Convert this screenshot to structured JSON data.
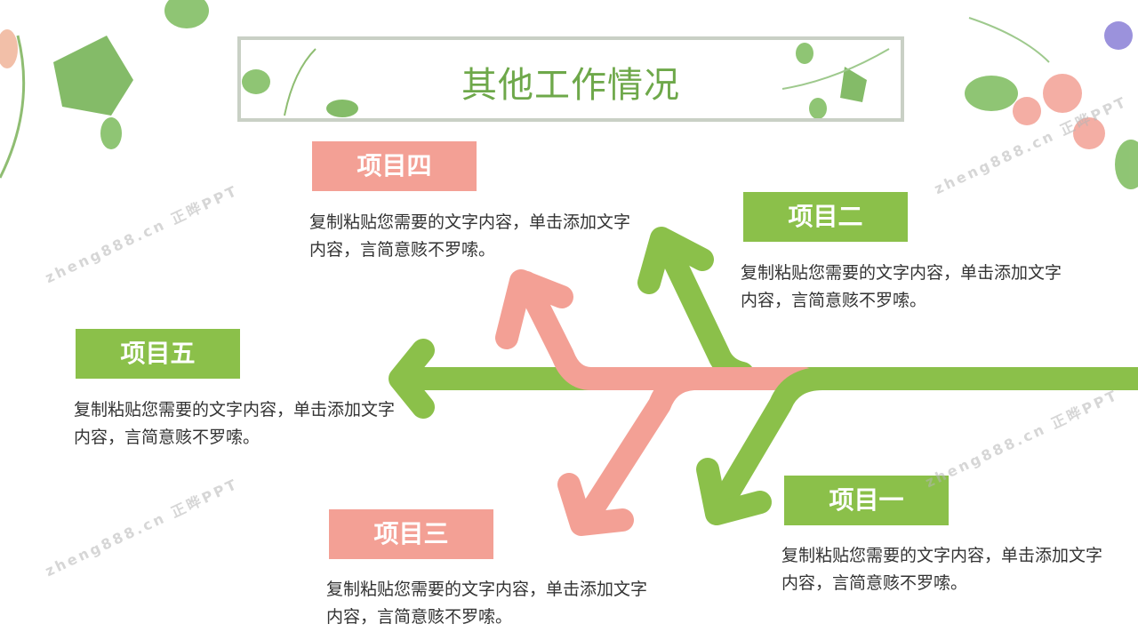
{
  "title": "其他工作情况",
  "colors": {
    "green": "#8bc04a",
    "pink": "#f3a095",
    "title": "#6ea84a"
  },
  "items": [
    {
      "label": "项目一",
      "desc": "复制粘贴您需要的文字内容，单击添加文字内容，言简意赅不罗嗦。"
    },
    {
      "label": "项目二",
      "desc": "复制粘贴您需要的文字内容，单击添加文字内容，言简意赅不罗嗦。"
    },
    {
      "label": "项目三",
      "desc": "复制粘贴您需要的文字内容，单击添加文字内容，言简意赅不罗嗦。"
    },
    {
      "label": "项目四",
      "desc": "复制粘贴您需要的文字内容，单击添加文字内容，言简意赅不罗嗦。"
    },
    {
      "label": "项目五",
      "desc": "复制粘贴您需要的文字内容，单击添加文字内容，言简意赅不罗嗦。"
    }
  ],
  "watermark": "zheng888.cn 正晔PPT"
}
